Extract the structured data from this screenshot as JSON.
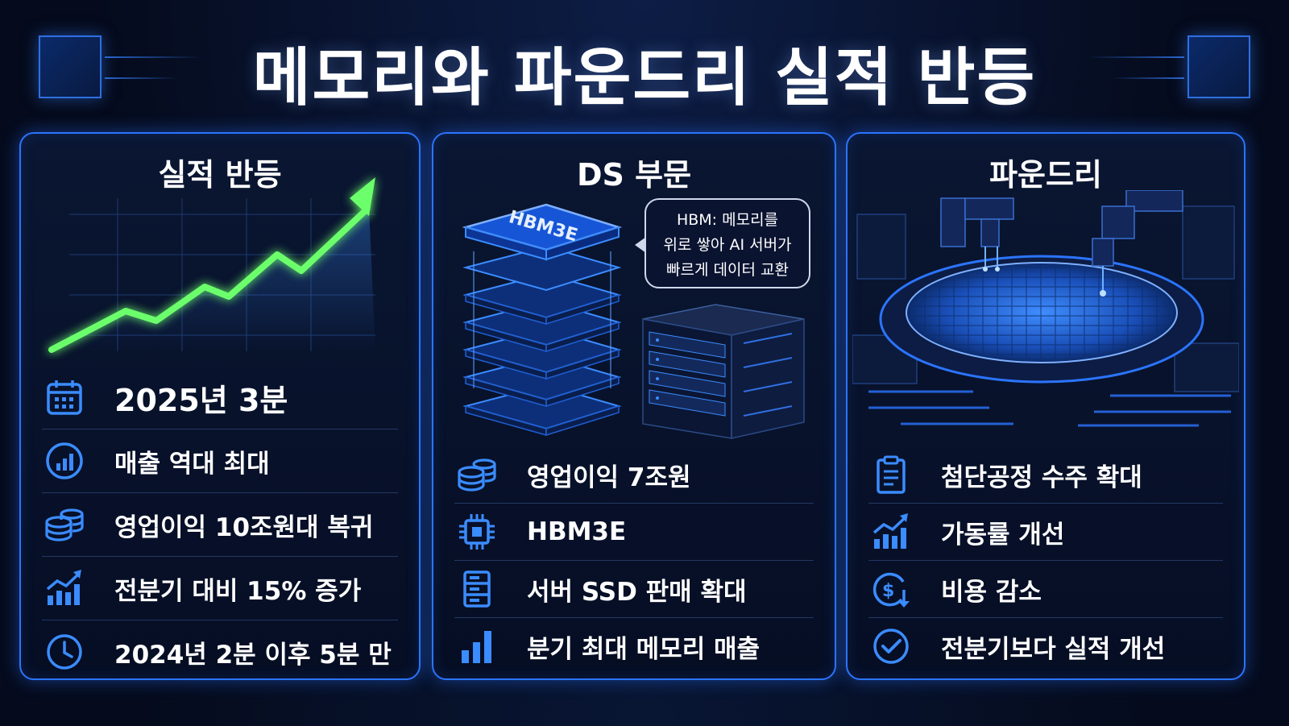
{
  "title": "메모리와 파운드리 실적 반등",
  "colors": {
    "accent": "#2b74ff",
    "green": "#6cff6c",
    "background": "#050b1d"
  },
  "panel_left": {
    "title": "실적 반등",
    "items": [
      {
        "icon": "calendar-icon",
        "text": "2025년 3분"
      },
      {
        "icon": "bar-chart-circle-icon",
        "text": "매출 역대 최대"
      },
      {
        "icon": "coins-icon",
        "text": "영업이익 10조원대 복귀"
      },
      {
        "icon": "growth-chart-icon",
        "text": "전분기 대비 15% 증가"
      },
      {
        "icon": "clock-icon",
        "text": "2024년 2분 이후 5분 만"
      }
    ]
  },
  "panel_middle": {
    "title": "DS 부문",
    "chip_label": "HBM3E",
    "bubble_lines": [
      "HBM: 메모리를",
      "위로 쌓아 AI 서버가",
      "빠르게 데이터 교환"
    ],
    "items": [
      {
        "icon": "coins-icon",
        "text": "영업이익 7조원"
      },
      {
        "icon": "chip-icon",
        "text": "HBM3E"
      },
      {
        "icon": "server-icon",
        "text": "서버 SSD 판매 확대"
      },
      {
        "icon": "bar-chart-icon",
        "text": "분기 최대 메모리 매출"
      }
    ]
  },
  "panel_right": {
    "title": "파운드리",
    "items": [
      {
        "icon": "clipboard-icon",
        "text": "첨단공정 수주 확대"
      },
      {
        "icon": "growth-chart-icon",
        "text": "가동률 개선"
      },
      {
        "icon": "dollar-down-icon",
        "text": "비용 감소"
      },
      {
        "icon": "check-circle-icon",
        "text": "전분기보다 실적 개선"
      }
    ]
  }
}
